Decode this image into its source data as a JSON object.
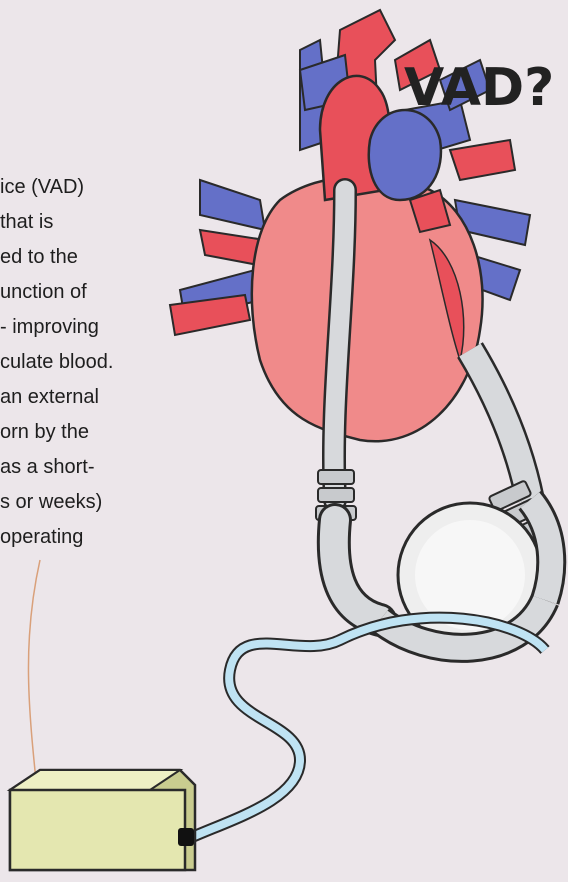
{
  "title": "VAD?",
  "text_lines": [
    "ice (VAD)",
    "that is",
    "ed to the",
    "unction of",
    "- improving",
    "culate blood.",
    "an external",
    "orn by the",
    "as a short-",
    "s or weeks)",
    "operating"
  ],
  "colors": {
    "background": "#ece6ea",
    "heart": "#f08a8a",
    "artery": "#e8505a",
    "vein": "#6470c8",
    "tube": "#d7d9dc",
    "cable": "#bfe3f3",
    "controller": "#e4e7b0"
  },
  "icons": [
    "heart-illustration",
    "pump-icon",
    "controller-box-icon"
  ]
}
